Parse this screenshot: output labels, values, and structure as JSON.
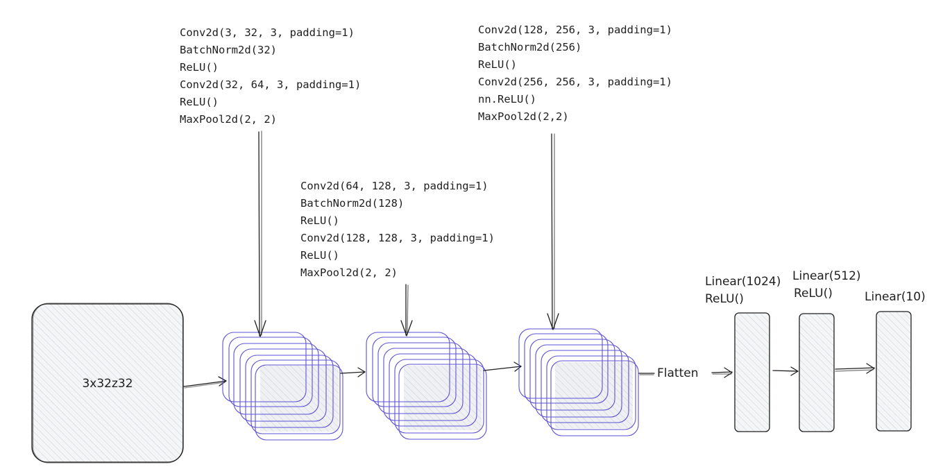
{
  "input": {
    "label": "3x32z32"
  },
  "blocks": [
    {
      "layers": [
        "Conv2d(3, 32, 3, padding=1)",
        "BatchNorm2d(32)",
        "ReLU()",
        "Conv2d(32, 64, 3, padding=1)",
        "ReLU()",
        "MaxPool2d(2, 2)"
      ]
    },
    {
      "layers": [
        "Conv2d(64, 128, 3, padding=1)",
        "BatchNorm2d(128)",
        "ReLU()",
        "Conv2d(128, 128, 3, padding=1)",
        "ReLU()",
        "MaxPool2d(2, 2)"
      ]
    },
    {
      "layers": [
        "Conv2d(128, 256, 3, padding=1)",
        "BatchNorm2d(256)",
        "ReLU()",
        "Conv2d(256, 256, 3, padding=1)",
        "nn.ReLU()",
        "MaxPool2d(2,2)"
      ]
    }
  ],
  "flatten": {
    "label": "Flatten"
  },
  "dense": [
    {
      "layers": [
        "Linear(1024)",
        "ReLU()"
      ]
    },
    {
      "layers": [
        "Linear(512)",
        "ReLU()"
      ]
    },
    {
      "layers": [
        "Linear(10)"
      ]
    }
  ],
  "colors": {
    "stroke": "#1e1e1e",
    "feature_map_stroke": "#5b50d6",
    "fill": "#eef0f3"
  }
}
